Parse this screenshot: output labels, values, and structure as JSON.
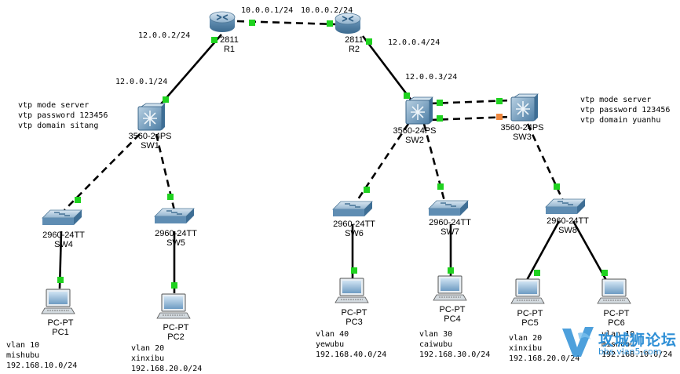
{
  "devices": {
    "R1": {
      "model": "2811",
      "name": "R1"
    },
    "R2": {
      "model": "2811",
      "name": "R2"
    },
    "SW1": {
      "model": "3560-24PS",
      "name": "SW1"
    },
    "SW2": {
      "model": "3560-24PS",
      "name": "SW2"
    },
    "SW3": {
      "model": "3560-24PS",
      "name": "SW3"
    },
    "SW4": {
      "model": "2960-24TT",
      "name": "SW4"
    },
    "SW5": {
      "model": "2960-24TT",
      "name": "SW5"
    },
    "SW6": {
      "model": "2960-24TT",
      "name": "SW6"
    },
    "SW7": {
      "model": "2960-24TT",
      "name": "SW7"
    },
    "SW8": {
      "model": "2960-24TT",
      "name": "SW8"
    },
    "PC1": {
      "model": "PC-PT",
      "name": "PC1"
    },
    "PC2": {
      "model": "PC-PT",
      "name": "PC2"
    },
    "PC3": {
      "model": "PC-PT",
      "name": "PC3"
    },
    "PC4": {
      "model": "PC-PT",
      "name": "PC4"
    },
    "PC5": {
      "model": "PC-PT",
      "name": "PC5"
    },
    "PC6": {
      "model": "PC-PT",
      "name": "PC6"
    }
  },
  "links": {
    "r1_r2_left": "10.0.0.1/24",
    "r1_r2_right": "10.0.0.2/24",
    "r1_sw1_top": "12.0.0.2/24",
    "r1_sw1_bottom": "12.0.0.1/24",
    "r2_sw2_top": "12.0.0.4/24",
    "r2_sw2_bottom": "12.0.0.3/24"
  },
  "notes": {
    "sw1": [
      "vtp mode server",
      "vtp password 123456",
      "vtp domain sitang"
    ],
    "sw3": [
      "vtp mode server",
      "vtp password 123456",
      "vtp domain yuanhu"
    ],
    "pc1": [
      "vlan 10",
      "mishubu",
      "192.168.10.0/24"
    ],
    "pc2": [
      "vlan 20",
      "xinxibu",
      "192.168.20.0/24"
    ],
    "pc3": [
      "vlan 40",
      "yewubu",
      "192.168.40.0/24"
    ],
    "pc4": [
      "vlan 30",
      "caiwubu",
      "192.168.30.0/24"
    ],
    "pc5": [
      "vlan 20",
      "xinxibu",
      "192.168.20.0/24"
    ],
    "pc6": [
      "vlan 10",
      "mishubu",
      "192.168.10.0/24"
    ]
  },
  "watermark": {
    "title": "攻城狮论坛",
    "url": "bbs.vlan5.com"
  },
  "colors": {
    "link": "#000000",
    "port_up": "#1fd21f",
    "port_blocking": "#f0883e",
    "router": "#4f8cb8",
    "watermark": "#2e8fd6"
  }
}
